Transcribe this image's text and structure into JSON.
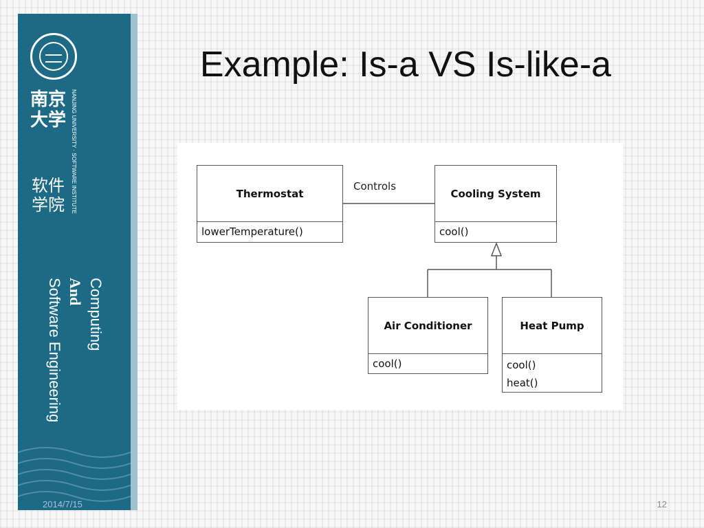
{
  "slide": {
    "title": "Example: Is-a VS Is-like-a",
    "date": "2014/7/15",
    "slide_number": "12"
  },
  "sidebar": {
    "university_cn": "南京大学",
    "institute_cn": "软件学院",
    "university_en": "NANJING UNIVERSITY · SOFTWARE INSTITUTE",
    "line1": "Computing",
    "line2": "And",
    "line3": "Software Engineering"
  },
  "diagram": {
    "association_label": "Controls",
    "classes": {
      "thermostat": {
        "name": "Thermostat",
        "ops": [
          "lowerTemperature()"
        ]
      },
      "cooling_system": {
        "name": "Cooling System",
        "ops": [
          "cool()"
        ]
      },
      "air_conditioner": {
        "name": "Air Conditioner",
        "ops": [
          "cool()"
        ]
      },
      "heat_pump": {
        "name": "Heat Pump",
        "ops": [
          "cool()",
          "heat()"
        ]
      }
    }
  },
  "colors": {
    "sidebar": "#1d6a86",
    "sidebar_edge": "#9ec3cf",
    "uml_border": "#555555"
  }
}
